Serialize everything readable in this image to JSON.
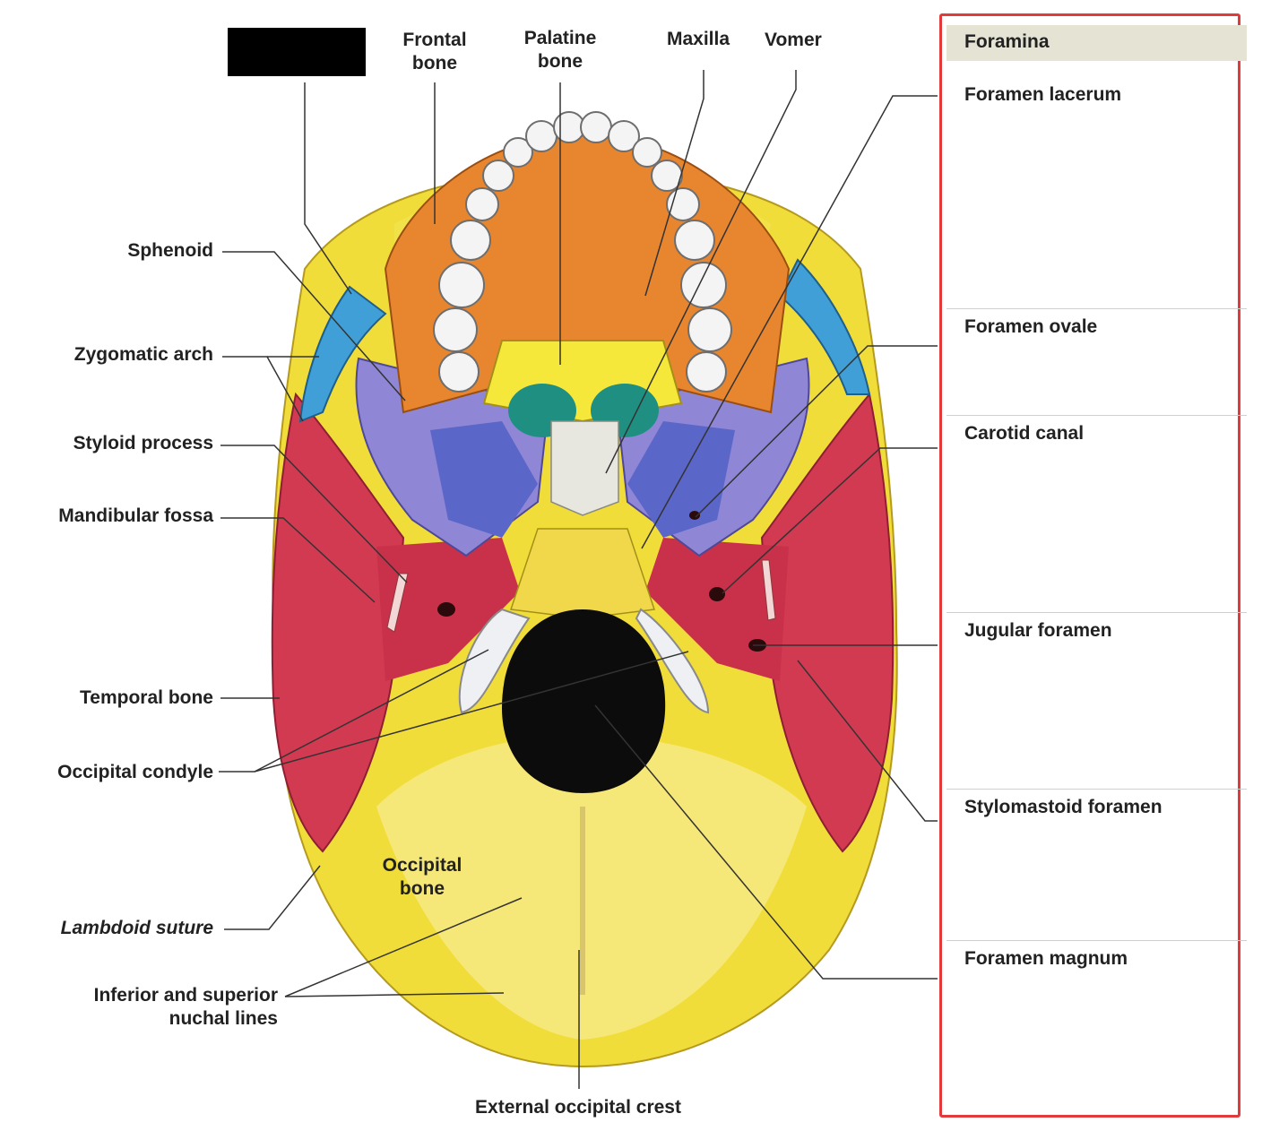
{
  "labels": {
    "frontal_bone": [
      "Frontal",
      "bone"
    ],
    "palatine_bone": [
      "Palatine",
      "bone"
    ],
    "maxilla": "Maxilla",
    "vomer": "Vomer",
    "sphenoid": "Sphenoid",
    "zygomatic_arch": "Zygomatic arch",
    "styloid_process": "Styloid process",
    "mandibular_fossa": "Mandibular fossa",
    "temporal_bone": "Temporal bone",
    "occipital_condyle": "Occipital condyle",
    "occipital_bone": [
      "Occipital",
      "bone"
    ],
    "lambdoid_suture": "Lambdoid suture",
    "nuchal_lines": [
      "Inferior and superior",
      "nuchal lines"
    ],
    "external_occipital_crest": "External occipital crest"
  },
  "foramina": {
    "title": "Foramina",
    "items": [
      "Foramen lacerum",
      "Foramen ovale",
      "Carotid canal",
      "Jugular foramen",
      "Stylomastoid foramen",
      "Foramen magnum"
    ]
  },
  "colors": {
    "panel_border": "#e23a3a",
    "panel_header": "#e5e3d3",
    "occipital": "#f1dd3a",
    "temporal": "#d23a52",
    "sphenoid": "#8f86d6",
    "maxilla": "#e8862f",
    "zygomatic": "#3f9fd6",
    "palatine": "#f5e83a",
    "vomer": "#e8e7df",
    "choanae": "#1f8f82"
  }
}
